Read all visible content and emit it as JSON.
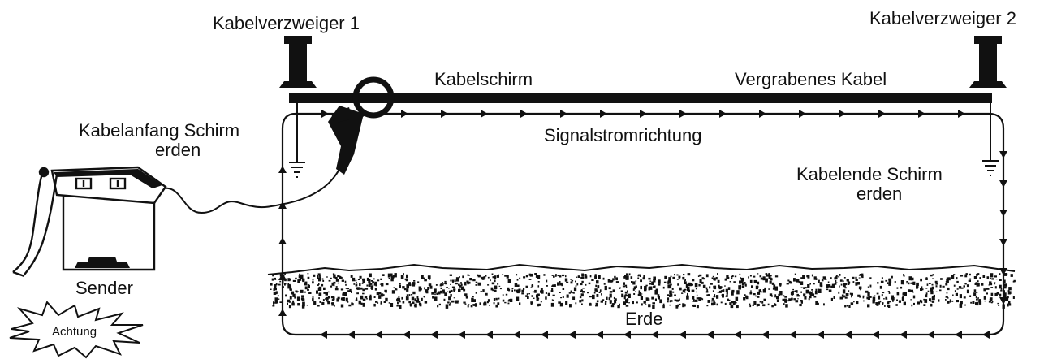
{
  "labels": {
    "cabinet_1": "Kabelverzweiger 1",
    "cabinet_2": "Kabelverzweiger 2",
    "cable_shield": "Kabelschirm",
    "buried_cable": "Vergrabenes Kabel",
    "signal_direction": "Signalstromrichtung",
    "start_ground_line1": "Kabelanfang Schirm",
    "start_ground_line2": "erden",
    "end_ground_line1": "Kabelende Schirm",
    "end_ground_line2": "erden",
    "sender": "Sender",
    "earth": "Erde",
    "warning": "Achtung"
  },
  "colors": {
    "ink": "#111111",
    "background": "#ffffff"
  }
}
